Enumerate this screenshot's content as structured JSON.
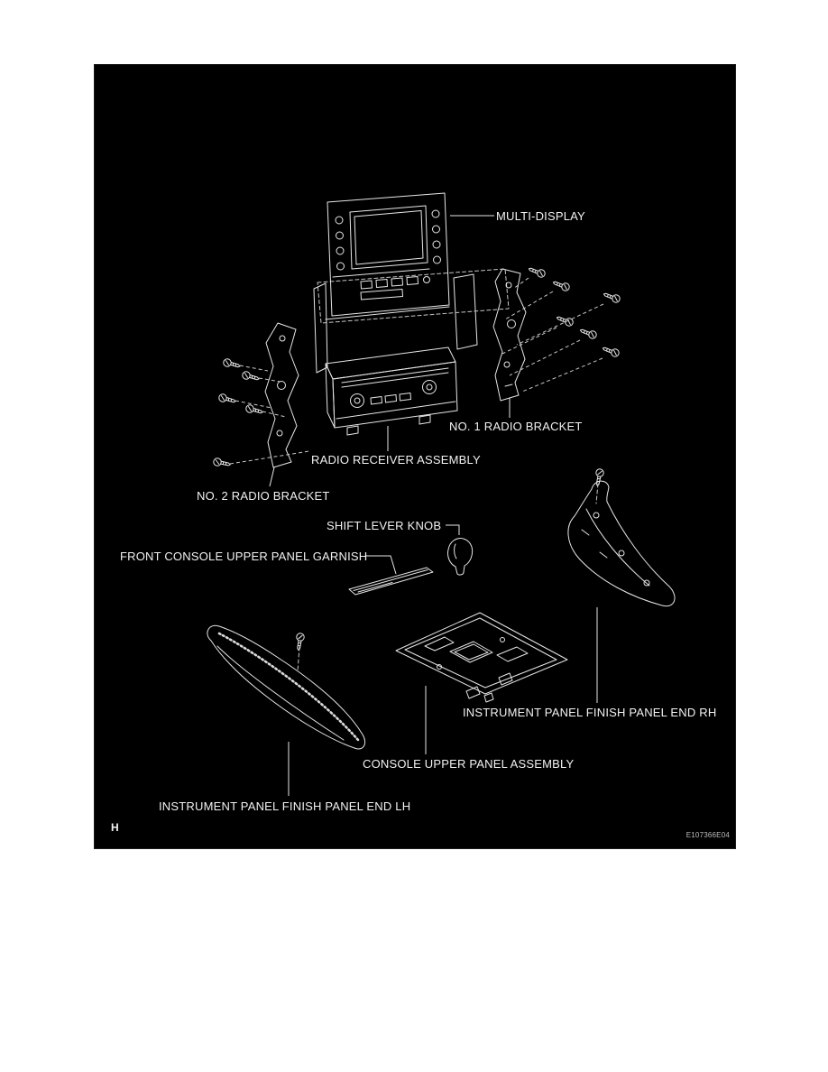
{
  "diagram": {
    "panel_bg": "#000000",
    "line_color": "#e6e6e6",
    "corner_letter": "H",
    "figure_code": "E107366E04",
    "labels": [
      {
        "id": "multi-display",
        "text": "MULTI-DISPLAY"
      },
      {
        "id": "no1-radio-bracket",
        "text": "NO. 1 RADIO BRACKET"
      },
      {
        "id": "radio-receiver-assembly",
        "text": "RADIO RECEIVER ASSEMBLY"
      },
      {
        "id": "no2-radio-bracket",
        "text": "NO. 2 RADIO BRACKET"
      },
      {
        "id": "shift-lever-knob",
        "text": "SHIFT LEVER KNOB"
      },
      {
        "id": "front-console-upper-panel-garnish",
        "text": "FRONT CONSOLE UPPER PANEL GARNISH"
      },
      {
        "id": "instrument-panel-finish-panel-end-rh",
        "text": "INSTRUMENT PANEL FINISH PANEL END RH"
      },
      {
        "id": "console-upper-panel-assembly",
        "text": "CONSOLE UPPER PANEL ASSEMBLY"
      },
      {
        "id": "instrument-panel-finish-panel-end-lh",
        "text": "INSTRUMENT PANEL FINISH PANEL END LH"
      }
    ]
  }
}
